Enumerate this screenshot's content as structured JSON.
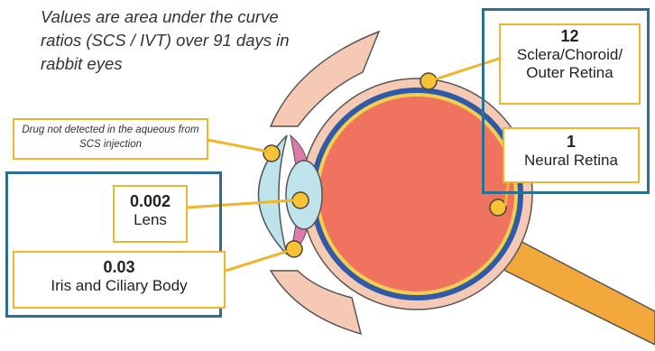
{
  "caption": "Values are area under the curve ratios (SCS / IVT) over 91 days in rabbit eyes",
  "note": "Drug not detected in the aqueous from SCS injection",
  "callouts": {
    "sclera": {
      "value": "12",
      "label_line1": "Sclera/Choroid/",
      "label_line2": "Outer Retina"
    },
    "retina": {
      "value": "1",
      "label": "Neural Retina"
    },
    "lens": {
      "value": "0.002",
      "label": "Lens"
    },
    "iris": {
      "value": "0.03",
      "label": "Iris and Ciliary Body"
    }
  },
  "colors": {
    "callout_border": "#f0b52a",
    "group_border": "#2c6f8f",
    "eyeball": "#f07360",
    "sclera": "#f6c9b4",
    "choroid": "#2f5aa8",
    "cornea": "#bfe3ea",
    "marker": "#f7c233"
  }
}
